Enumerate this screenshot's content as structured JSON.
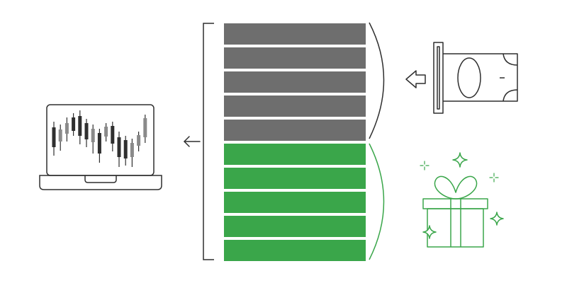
{
  "colors": {
    "background": "#ffffff",
    "outline": "#2f2f2f",
    "deposit_bar": "#6e6e6e",
    "bonus_bar": "#3aa64a",
    "bonus_outline": "#3aa64a",
    "bar_gap": "#ffffff"
  },
  "stack": {
    "deposit_segments": 5,
    "bonus_segments": 5
  },
  "candles": [
    {
      "dir": "down",
      "wick": [
        172,
        220
      ],
      "body": [
        180,
        208
      ]
    },
    {
      "dir": "up",
      "wick": [
        176,
        213
      ],
      "body": [
        183,
        200
      ]
    },
    {
      "dir": "up",
      "wick": [
        166,
        200
      ],
      "body": [
        174,
        189
      ]
    },
    {
      "dir": "down",
      "wick": [
        160,
        192
      ],
      "body": [
        166,
        185
      ]
    },
    {
      "dir": "down",
      "wick": [
        156,
        204
      ],
      "body": [
        164,
        192
      ]
    },
    {
      "dir": "down",
      "wick": [
        168,
        208
      ],
      "body": [
        174,
        197
      ]
    },
    {
      "dir": "up",
      "wick": [
        176,
        217
      ],
      "body": [
        182,
        201
      ]
    },
    {
      "dir": "down",
      "wick": [
        182,
        230
      ],
      "body": [
        188,
        217
      ]
    },
    {
      "dir": "up",
      "wick": [
        174,
        200
      ],
      "body": [
        179,
        193
      ]
    },
    {
      "dir": "down",
      "wick": [
        172,
        214
      ],
      "body": [
        178,
        203
      ]
    },
    {
      "dir": "down",
      "wick": [
        186,
        236
      ],
      "body": [
        194,
        222
      ]
    },
    {
      "dir": "down",
      "wick": [
        192,
        234
      ],
      "body": [
        198,
        224
      ]
    },
    {
      "dir": "up",
      "wick": [
        196,
        236
      ],
      "body": [
        202,
        222
      ]
    },
    {
      "dir": "up",
      "wick": [
        186,
        214
      ],
      "body": [
        191,
        206
      ]
    },
    {
      "dir": "up",
      "wick": [
        162,
        202
      ],
      "body": [
        167,
        194
      ]
    }
  ],
  "icons": {
    "laptop": "laptop-chart-icon",
    "arrow_left": "arrow-left-icon",
    "arrow_hollow": "hollow-arrow-left-icon",
    "cash": "cash-withdrawal-icon",
    "gift": "gift-box-icon",
    "sparkle": "sparkle-icon"
  }
}
